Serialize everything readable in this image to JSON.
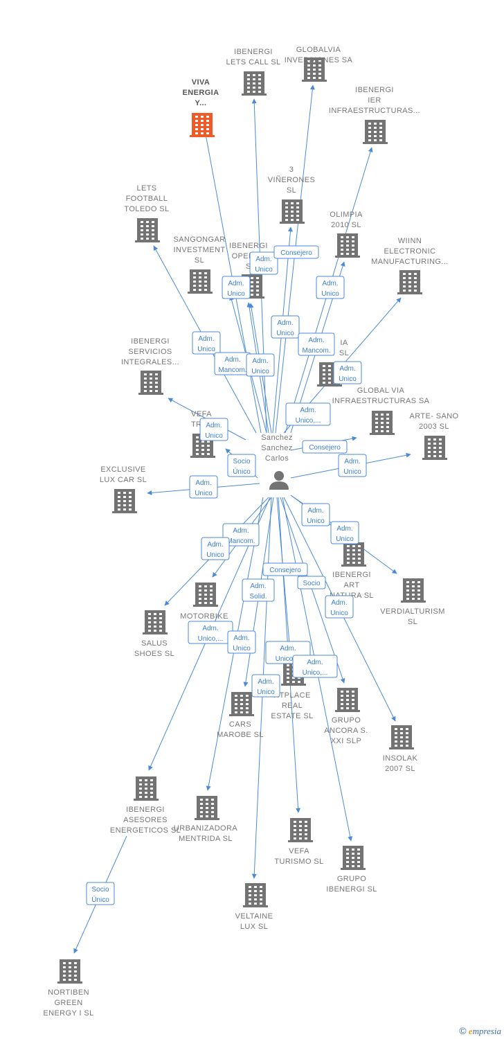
{
  "center": {
    "name_lines": [
      "Sanchez",
      "Sanchez",
      "Carlos"
    ]
  },
  "nodes": [
    {
      "id": "globalvia_inv",
      "lines": [
        "GLOBALVIA",
        "INVERSIONES SA"
      ],
      "icon": "building-icon",
      "highlight": false
    },
    {
      "id": "ibenergi_letscall",
      "lines": [
        "IBENERGI",
        "LETS CALL  SL"
      ],
      "icon": "building-icon",
      "highlight": false
    },
    {
      "id": "viva_energia",
      "lines": [
        "VIVA",
        "ENERGIA",
        "Y..."
      ],
      "icon": "building-icon",
      "highlight": true
    },
    {
      "id": "ibenergi_ier",
      "lines": [
        "IBENERGI",
        "IER",
        "INFRAESTRUCTURAS..."
      ],
      "icon": "building-icon",
      "highlight": false
    },
    {
      "id": "tres_vinerones",
      "lines": [
        "3",
        "VIÑERONES",
        "SL"
      ],
      "icon": "building-icon",
      "highlight": false
    },
    {
      "id": "lets_football",
      "lines": [
        "LETS",
        "FOOTBALL",
        "TOLEDO  SL"
      ],
      "icon": "building-icon",
      "highlight": false
    },
    {
      "id": "olimpia",
      "lines": [
        "OLIMPIA",
        "2010 SL"
      ],
      "icon": "building-icon",
      "highlight": false
    },
    {
      "id": "sangongar",
      "lines": [
        "SANGONGAR",
        "INVESTMENT",
        "SL"
      ],
      "icon": "building-icon",
      "highlight": false
    },
    {
      "id": "ibenergi_opera",
      "lines": [
        "IBENERGI",
        "OPERAC",
        "S"
      ],
      "icon": "building-icon",
      "highlight": false
    },
    {
      "id": "wiinn",
      "lines": [
        "WIINN",
        "ELECTRONIC",
        "MANUFACTURING..."
      ],
      "icon": "building-icon",
      "highlight": false
    },
    {
      "id": "ibenergi_servicios",
      "lines": [
        "IBENERGI",
        "SERVICIOS",
        "INTEGRALES..."
      ],
      "icon": "building-icon",
      "highlight": false
    },
    {
      "id": "ia_sl",
      "lines": [
        "IA",
        "SL"
      ],
      "icon": "building-icon",
      "highlight": false
    },
    {
      "id": "global_via_infra",
      "lines": [
        "GLOBAL VIA",
        "INFRAESTRUCTURAS SA"
      ],
      "icon": "building-icon",
      "highlight": false
    },
    {
      "id": "arte_sano",
      "lines": [
        "ARTE- SANO",
        "2003 SL"
      ],
      "icon": "building-icon",
      "highlight": false
    },
    {
      "id": "vefa_trav",
      "lines": [
        "VEFA",
        "TRAV"
      ],
      "icon": "building-icon",
      "highlight": false
    },
    {
      "id": "exclusive",
      "lines": [
        "EXCLUSIVE",
        "LUX CAR  SL"
      ],
      "icon": "building-icon",
      "highlight": false
    },
    {
      "id": "ibenergi_art",
      "lines": [
        "IBENERGI",
        "ART",
        "NATURA  SL"
      ],
      "icon": "building-icon",
      "highlight": false
    },
    {
      "id": "verdialturism",
      "lines": [
        "VERDIALTURISM",
        "SL"
      ],
      "icon": "building-icon",
      "highlight": false
    },
    {
      "id": "motorbike",
      "lines": [
        "MOTORBIKE",
        "DEVE"
      ],
      "icon": "building-icon",
      "highlight": false
    },
    {
      "id": "salus",
      "lines": [
        "SALUS",
        "SHOES  SL"
      ],
      "icon": "building-icon",
      "highlight": false
    },
    {
      "id": "rightplace",
      "lines": [
        "HTPLACE",
        "REAL",
        "ESTATE  SL"
      ],
      "icon": "building-icon",
      "highlight": false
    },
    {
      "id": "cars_marobe",
      "lines": [
        "CARS",
        "MAROBE SL"
      ],
      "icon": "building-icon",
      "highlight": false
    },
    {
      "id": "grupo_ancora",
      "lines": [
        "GRUPO",
        "ANCORA S.",
        "XXI  SLP"
      ],
      "icon": "building-icon",
      "highlight": false
    },
    {
      "id": "insolak",
      "lines": [
        "INSOLAK",
        "2007 SL"
      ],
      "icon": "building-icon",
      "highlight": false
    },
    {
      "id": "ibenergi_asesores",
      "lines": [
        "IBENERGI",
        "ASESORES",
        "ENERGETICOS SL"
      ],
      "icon": "building-icon",
      "highlight": false
    },
    {
      "id": "urbanizadora",
      "lines": [
        "URBANIZADORA",
        "MENTRIDA SL"
      ],
      "icon": "building-icon",
      "highlight": false
    },
    {
      "id": "vefa_turismo",
      "lines": [
        "VEFA",
        "TURISMO  SL"
      ],
      "icon": "building-icon",
      "highlight": false
    },
    {
      "id": "grupo_ibenergi",
      "lines": [
        "GRUPO",
        "IBENERGI  SL"
      ],
      "icon": "building-icon",
      "highlight": false
    },
    {
      "id": "veltaine",
      "lines": [
        "VELTAINE",
        "LUX SL"
      ],
      "icon": "building-icon",
      "highlight": false
    },
    {
      "id": "nortiben",
      "lines": [
        "NORTIBEN",
        "GREEN",
        "ENERGY I  SL"
      ],
      "icon": "building-icon",
      "highlight": false
    }
  ],
  "relations": [
    {
      "lines": [
        "Adm.",
        "Unico"
      ]
    },
    {
      "lines": [
        "Consejero"
      ]
    },
    {
      "lines": [
        "Adm.",
        "Unico"
      ]
    },
    {
      "lines": [
        "Adm.",
        "Unico"
      ]
    },
    {
      "lines": [
        "Adm.",
        "Unico"
      ]
    },
    {
      "lines": [
        "Adm.",
        "Mancom."
      ]
    },
    {
      "lines": [
        "Adm.",
        "Unico"
      ]
    },
    {
      "lines": [
        "Adm.",
        "Mancom."
      ]
    },
    {
      "lines": [
        "Adm.",
        "Unico"
      ]
    },
    {
      "lines": [
        "Adm.",
        "Unico"
      ]
    },
    {
      "lines": [
        "Adm.",
        "Unico,..."
      ]
    },
    {
      "lines": [
        "Adm.",
        "Unico"
      ]
    },
    {
      "lines": [
        "Consejero"
      ]
    },
    {
      "lines": [
        "Socio",
        "Único"
      ]
    },
    {
      "lines": [
        "Adm.",
        "Unico"
      ]
    },
    {
      "lines": [
        "Adm.",
        "Unico"
      ]
    },
    {
      "lines": [
        "Adm.",
        "Unico"
      ]
    },
    {
      "lines": [
        "Adm.",
        "Unico"
      ]
    },
    {
      "lines": [
        "Adm.",
        "Mancom."
      ]
    },
    {
      "lines": [
        "Adm.",
        "Unico"
      ]
    },
    {
      "lines": [
        "Consejero"
      ]
    },
    {
      "lines": [
        "Adm.",
        "Solid."
      ]
    },
    {
      "lines": [
        "Socio"
      ]
    },
    {
      "lines": [
        "Adm.",
        "Unico"
      ]
    },
    {
      "lines": [
        "Adm.",
        "Unico,..."
      ]
    },
    {
      "lines": [
        "Adm.",
        "Unico"
      ]
    },
    {
      "lines": [
        "Adm.",
        "Unico,..."
      ]
    },
    {
      "lines": [
        "Adm.",
        "Unico,..."
      ]
    },
    {
      "lines": [
        "Adm.",
        "Unico"
      ]
    },
    {
      "lines": [
        "Socio",
        "Único"
      ]
    }
  ],
  "footer": {
    "copyright_symbol": "©",
    "brand_initial": "e",
    "brand_rest": "mpresia"
  }
}
